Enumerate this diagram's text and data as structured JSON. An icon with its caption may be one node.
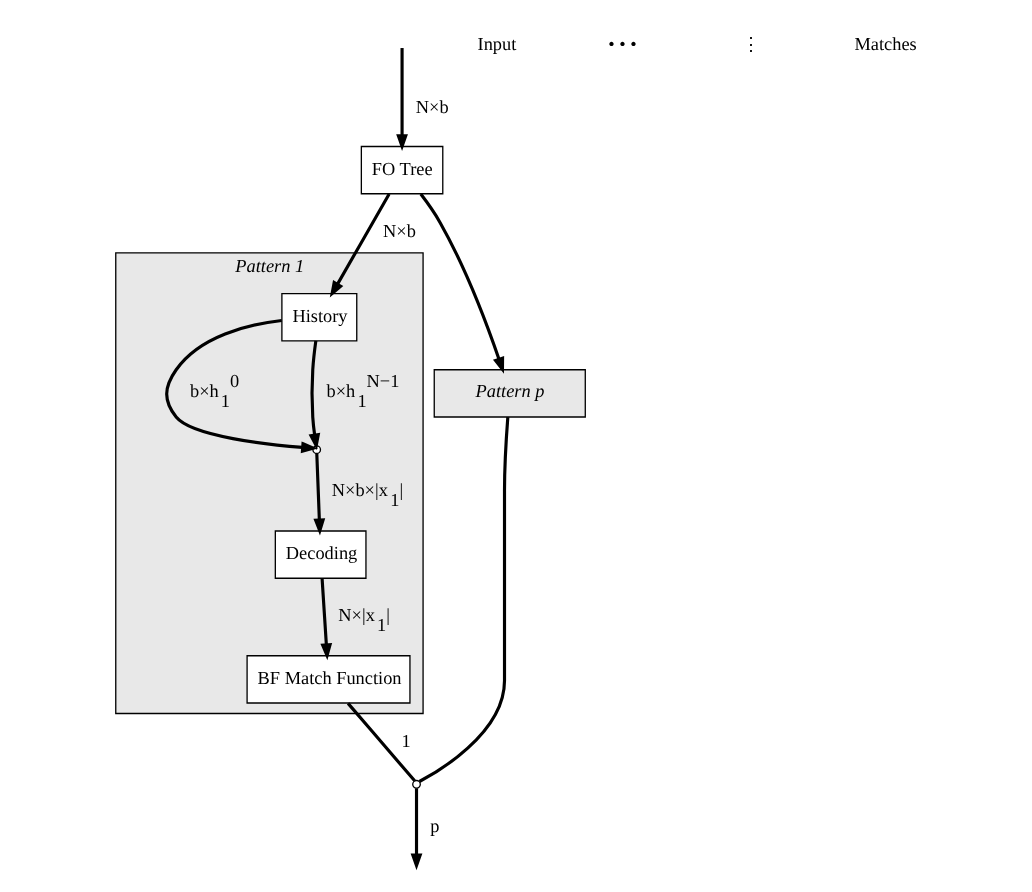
{
  "diagram": {
    "nodes": [
      {
        "text": [
          "Pattern 1"
        ]
      },
      {
        "text": [
          "History"
        ],
        "in": 0
      },
      {
        "text": [],
        "shape": "point",
        "in": 0
      },
      {
        "text": [
          "Decoding"
        ],
        "in": 0
      },
      {
        "text": [
          "BF Match Function"
        ],
        "in": 0
      },
      {
        "text": [
          "FO Tree"
        ]
      },
      {
        "text": [
          "Pattern p"
        ]
      },
      {
        "text": [],
        "shape": "point"
      }
    ],
    "edges": [
      {
        "from": null,
        "to": 5,
        "arrow": "to",
        "label": "N×b"
      },
      {
        "from": 5,
        "to": 1,
        "arrow": "to",
        "label": "N×b"
      },
      {
        "from": 5,
        "to": 6,
        "arrow": "to"
      },
      {
        "from": 1,
        "to": 2,
        "arrow": "to",
        "label": "b×h$_{1}$$^{0}$"
      },
      {
        "from": 1,
        "to": 2,
        "arrow": "to",
        "label": "b×h$_{1}$$^{N−1}$"
      },
      {
        "from": 2,
        "to": 3,
        "arrow": "to",
        "label": "N×b×|x$_{1}$|"
      },
      {
        "from": 3,
        "to": 4,
        "arrow": "to",
        "label": "N×|x$_{1}$|"
      },
      {
        "from": 4,
        "to": 7,
        "arrow": "none",
        "label": "1"
      },
      {
        "from": 6,
        "to": 7,
        "arrow": "none"
      },
      {
        "from": 7,
        "to": null,
        "arrow": "to",
        "label": "p"
      }
    ],
    "labels": [
      "Input",
      "• • •",
      "⋮",
      "Matches"
    ]
  }
}
